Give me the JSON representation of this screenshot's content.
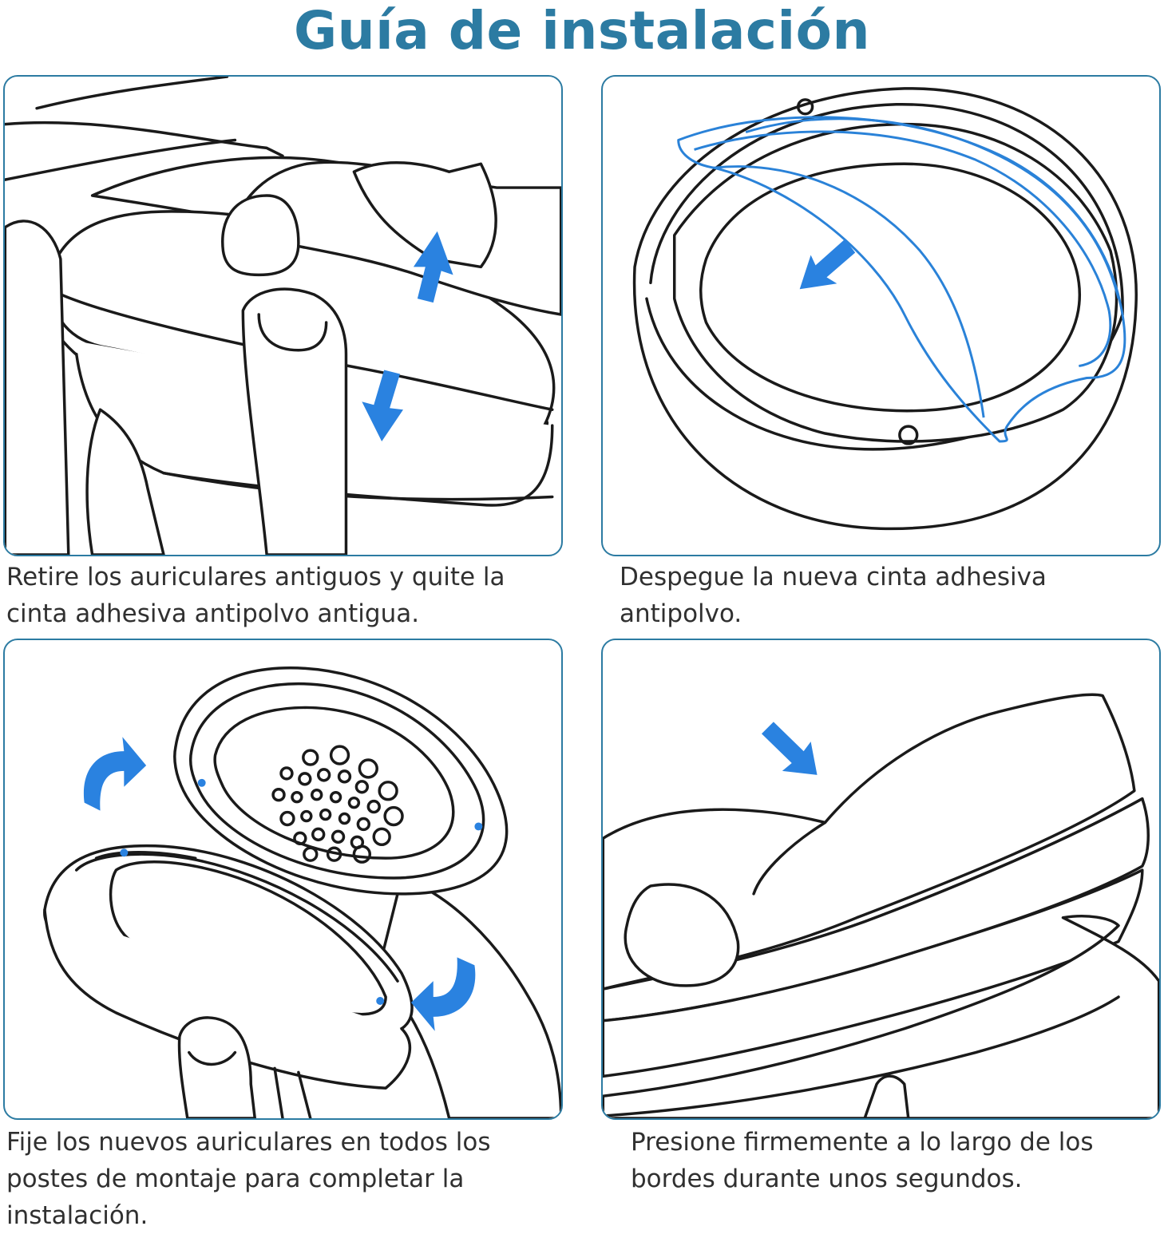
{
  "title": "Guía de instalación",
  "steps": [
    {
      "caption": "Retire los auriculares antiguos y quite la cinta adhesiva antipolvo antigua."
    },
    {
      "caption": "Despegue la nueva cinta adhesiva antipolvo."
    },
    {
      "caption": "Fije los nuevos auriculares en todos los postes de montaje para completar la instalación."
    },
    {
      "caption": "Presione firmemente a lo largo de los bordes durante unos segundos."
    }
  ],
  "colors": {
    "title": "#2c7ba2",
    "border": "#2c7ba2",
    "arrow": "#2a82e0",
    "line": "#1a1a1a"
  }
}
